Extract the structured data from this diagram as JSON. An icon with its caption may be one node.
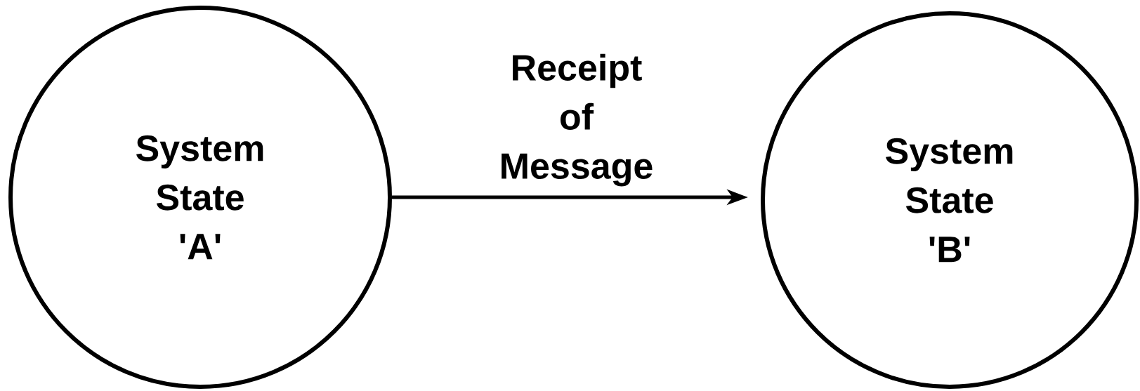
{
  "diagram": {
    "nodes": [
      {
        "text": [
          "System State 'A'"
        ]
      },
      {
        "text": [
          "System State 'B'"
        ]
      }
    ],
    "edges": [
      {
        "from": 0,
        "to": 1,
        "arrow": "to",
        "label": "Receipt of Message"
      }
    ]
  }
}
